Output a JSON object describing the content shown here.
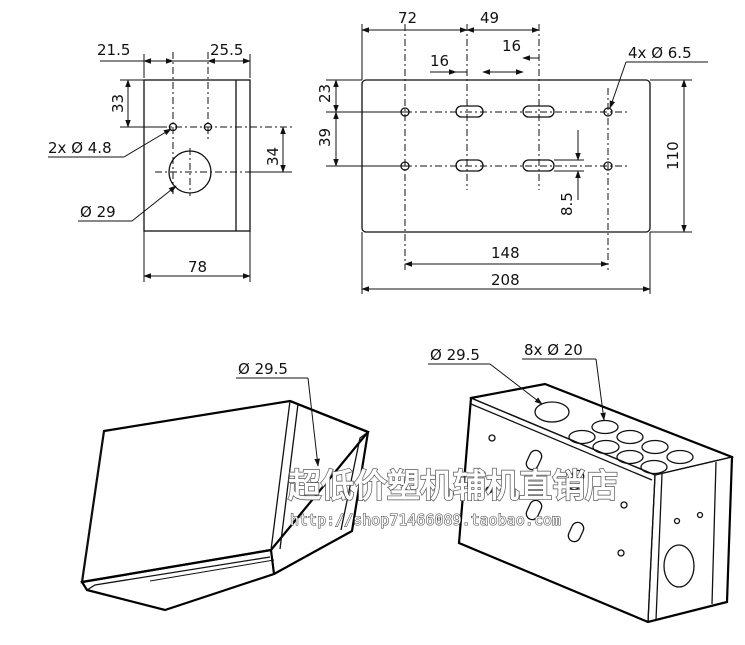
{
  "side_view": {
    "dim_top_left": "21.5",
    "dim_top_right": "25.5",
    "dim_left": "33",
    "dim_right": "34",
    "dim_bottom": "78",
    "small_holes_callout": "2x Ø 4.8",
    "large_hole_callout": "Ø 29"
  },
  "top_view": {
    "dim_72": "72",
    "dim_49": "49",
    "dim_16a": "16",
    "dim_16b": "16",
    "hole_callout": "4x Ø 6.5",
    "dim_23": "23",
    "dim_39": "39",
    "dim_110": "110",
    "dim_8_5": "8.5",
    "dim_148": "148",
    "dim_208": "208"
  },
  "iso_left": {
    "hole_callout": "Ø 29.5"
  },
  "iso_right": {
    "hole_callout": "Ø 29.5",
    "holes_callout": "8x Ø 20"
  },
  "watermark": {
    "shop_name": "超低价塑机辅机直销店",
    "url": "http://shop71466089.taobao.com"
  }
}
